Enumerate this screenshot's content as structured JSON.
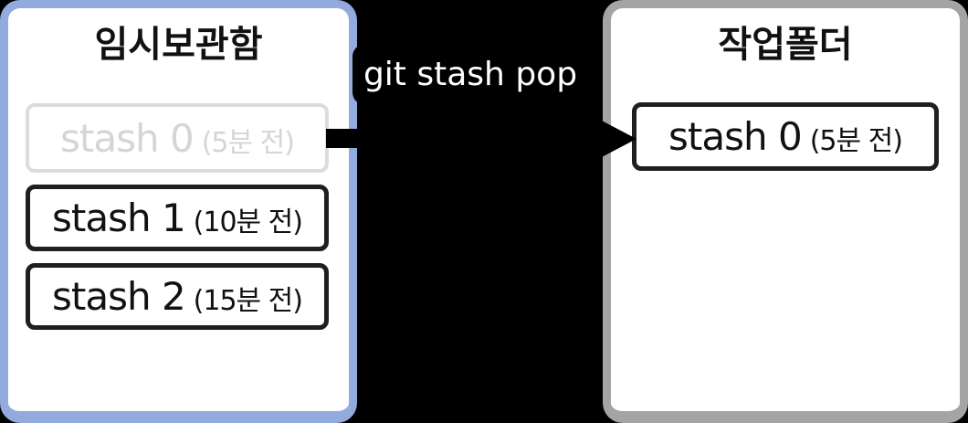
{
  "background_color": "#000000",
  "left_panel": {
    "title": "임시보관함",
    "border_color": "#92aadd",
    "items": [
      {
        "name": "stash 0",
        "time": "(5분 전)",
        "state": "faded"
      },
      {
        "name": "stash 1",
        "time": "(10분 전)",
        "state": "normal"
      },
      {
        "name": "stash 2",
        "time": "(15분 전)",
        "state": "normal"
      }
    ]
  },
  "arrow": {
    "label": "git stash pop",
    "label_bg_color": "#000000",
    "label_text_color": "#ffffff",
    "arrow_color": "#000000"
  },
  "right_panel": {
    "title": "작업폴더",
    "border_color": "#a4a4a4",
    "items": [
      {
        "name": "stash 0",
        "time": "(5분 전)",
        "state": "normal"
      }
    ]
  }
}
